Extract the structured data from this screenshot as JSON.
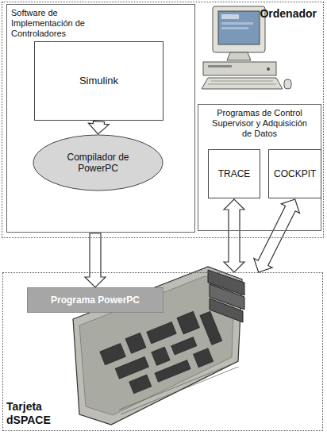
{
  "diagram": {
    "nodes": [
      {
        "text": [
          "Ordenador"
        ]
      },
      {
        "text": [
          "Software de Implementación de Controladores"
        ],
        "in": 0
      },
      {
        "text": [
          "Simulink"
        ],
        "in": 1
      },
      {
        "text": [
          "Compilador de PowerPC"
        ],
        "in": 1
      },
      {
        "text": [
          "Programas de Control Supervisor y Adquisición de Datos"
        ],
        "in": 0
      },
      {
        "text": [
          "TRACE"
        ],
        "in": 4
      },
      {
        "text": [
          "COCKPIT"
        ],
        "in": 4
      },
      {
        "text": [
          "Tarjeta dSPACE"
        ]
      },
      {
        "text": [
          "Programa PowerPC"
        ],
        "in": 7
      }
    ],
    "edges": [
      {
        "from": 2,
        "to": 3,
        "arrow": "to"
      },
      {
        "from": 1,
        "to": 8,
        "arrow": "to"
      },
      {
        "from": 5,
        "to": 7,
        "arrow": "both"
      },
      {
        "from": 6,
        "to": 7,
        "arrow": "both"
      }
    ]
  }
}
